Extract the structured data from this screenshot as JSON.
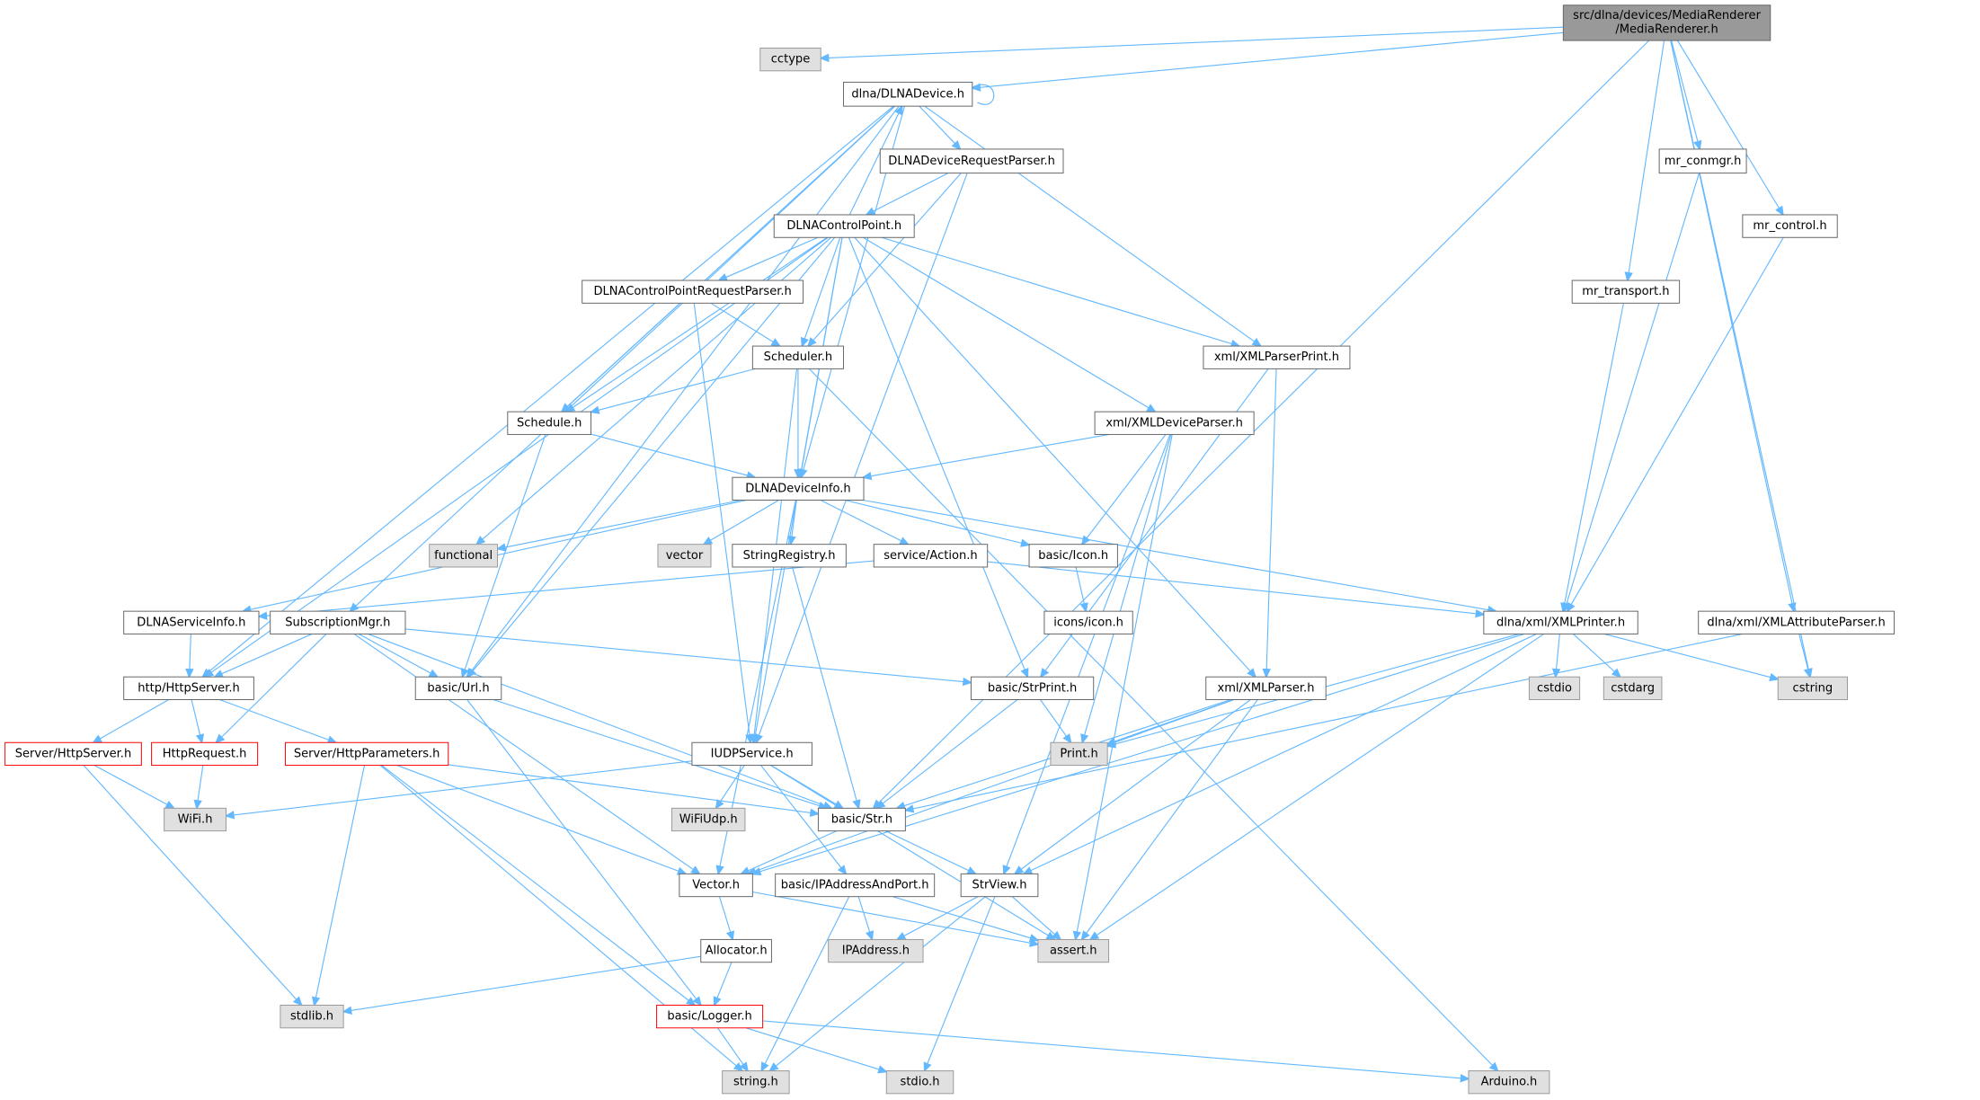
{
  "graph": {
    "title": "src/dlna/devices/MediaRenderer/MediaRenderer.h",
    "nodes": [
      {
        "id": "root",
        "label": "src/dlna/devices/MediaRenderer\n/MediaRenderer.h",
        "style": "root"
      },
      {
        "id": "cctype",
        "label": "cctype",
        "style": "gray"
      },
      {
        "id": "dlnadevice",
        "label": "dlna/DLNADevice.h",
        "style": "normal"
      },
      {
        "id": "devreqparser",
        "label": "DLNADeviceRequestParser.h",
        "style": "normal"
      },
      {
        "id": "controlpoint",
        "label": "DLNAControlPoint.h",
        "style": "normal"
      },
      {
        "id": "cpreqparser",
        "label": "DLNAControlPointRequestParser.h",
        "style": "normal"
      },
      {
        "id": "scheduler",
        "label": "Scheduler.h",
        "style": "normal"
      },
      {
        "id": "schedule",
        "label": "Schedule.h",
        "style": "normal"
      },
      {
        "id": "xmlparserprint",
        "label": "xml/XMLParserPrint.h",
        "style": "normal"
      },
      {
        "id": "xmldeviceparser",
        "label": "xml/XMLDeviceParser.h",
        "style": "normal"
      },
      {
        "id": "deviceinfo",
        "label": "DLNADeviceInfo.h",
        "style": "normal"
      },
      {
        "id": "functional",
        "label": "functional",
        "style": "gray"
      },
      {
        "id": "vector",
        "label": "vector",
        "style": "gray"
      },
      {
        "id": "stringregistry",
        "label": "StringRegistry.h",
        "style": "normal"
      },
      {
        "id": "action",
        "label": "service/Action.h",
        "style": "normal"
      },
      {
        "id": "icon",
        "label": "basic/Icon.h",
        "style": "normal"
      },
      {
        "id": "iconsicon",
        "label": "icons/icon.h",
        "style": "normal"
      },
      {
        "id": "serviceinfo",
        "label": "DLNAServiceInfo.h",
        "style": "normal"
      },
      {
        "id": "submgr",
        "label": "SubscriptionMgr.h",
        "style": "normal"
      },
      {
        "id": "xmlprinter",
        "label": "dlna/xml/XMLPrinter.h",
        "style": "normal"
      },
      {
        "id": "xmlattrparser",
        "label": "dlna/xml/XMLAttributeParser.h",
        "style": "normal"
      },
      {
        "id": "mrconmgr",
        "label": "mr_conmgr.h",
        "style": "normal"
      },
      {
        "id": "mrcontrol",
        "label": "mr_control.h",
        "style": "normal"
      },
      {
        "id": "mrtransport",
        "label": "mr_transport.h",
        "style": "normal"
      },
      {
        "id": "httpserver",
        "label": "http/HttpServer.h",
        "style": "normal"
      },
      {
        "id": "url",
        "label": "basic/Url.h",
        "style": "normal"
      },
      {
        "id": "strprint",
        "label": "basic/StrPrint.h",
        "style": "normal"
      },
      {
        "id": "xmlparser",
        "label": "xml/XMLParser.h",
        "style": "normal"
      },
      {
        "id": "cstdio",
        "label": "cstdio",
        "style": "gray"
      },
      {
        "id": "cstdarg",
        "label": "cstdarg",
        "style": "gray"
      },
      {
        "id": "cstring",
        "label": "cstring",
        "style": "gray"
      },
      {
        "id": "print",
        "label": "Print.h",
        "style": "gray"
      },
      {
        "id": "srvhttpserver",
        "label": "Server/HttpServer.h",
        "style": "red"
      },
      {
        "id": "httprequest",
        "label": "HttpRequest.h",
        "style": "red"
      },
      {
        "id": "httpparams",
        "label": "Server/HttpParameters.h",
        "style": "red"
      },
      {
        "id": "iudp",
        "label": "IUDPService.h",
        "style": "normal"
      },
      {
        "id": "wifi",
        "label": "WiFi.h",
        "style": "gray"
      },
      {
        "id": "wifiudp",
        "label": "WiFiUdp.h",
        "style": "gray"
      },
      {
        "id": "str",
        "label": "basic/Str.h",
        "style": "normal"
      },
      {
        "id": "vectorh",
        "label": "Vector.h",
        "style": "normal"
      },
      {
        "id": "ipaddrport",
        "label": "basic/IPAddressAndPort.h",
        "style": "normal"
      },
      {
        "id": "strview",
        "label": "StrView.h",
        "style": "normal"
      },
      {
        "id": "ipaddress",
        "label": "IPAddress.h",
        "style": "gray"
      },
      {
        "id": "assert",
        "label": "assert.h",
        "style": "gray"
      },
      {
        "id": "allocator",
        "label": "Allocator.h",
        "style": "normal"
      },
      {
        "id": "stdlib",
        "label": "stdlib.h",
        "style": "gray"
      },
      {
        "id": "logger",
        "label": "basic/Logger.h",
        "style": "red"
      },
      {
        "id": "string",
        "label": "string.h",
        "style": "gray"
      },
      {
        "id": "stdio",
        "label": "stdio.h",
        "style": "gray"
      },
      {
        "id": "arduino",
        "label": "Arduino.h",
        "style": "gray"
      }
    ],
    "edges": [
      [
        "root",
        "cctype"
      ],
      [
        "root",
        "dlnadevice"
      ],
      [
        "root",
        "mrconmgr"
      ],
      [
        "root",
        "mrcontrol"
      ],
      [
        "root",
        "mrtransport"
      ],
      [
        "root",
        "xmlattrparser"
      ],
      [
        "root",
        "cstring"
      ],
      [
        "root",
        "str"
      ],
      [
        "dlnadevice",
        "dlnadevice"
      ],
      [
        "dlnadevice",
        "devreqparser"
      ],
      [
        "dlnadevice",
        "xmlparserprint"
      ],
      [
        "dlnadevice",
        "deviceinfo"
      ],
      [
        "dlnadevice",
        "schedule"
      ],
      [
        "dlnadevice",
        "httpserver"
      ],
      [
        "dlnadevice",
        "submgr"
      ],
      [
        "dlnadevice",
        "url"
      ],
      [
        "devreqparser",
        "controlpoint"
      ],
      [
        "devreqparser",
        "scheduler"
      ],
      [
        "devreqparser",
        "iudp"
      ],
      [
        "controlpoint",
        "dlnadevice"
      ],
      [
        "controlpoint",
        "cpreqparser"
      ],
      [
        "controlpoint",
        "scheduler"
      ],
      [
        "controlpoint",
        "schedule"
      ],
      [
        "controlpoint",
        "deviceinfo"
      ],
      [
        "controlpoint",
        "xmlparserprint"
      ],
      [
        "controlpoint",
        "xmldeviceparser"
      ],
      [
        "controlpoint",
        "xmlparser"
      ],
      [
        "controlpoint",
        "strprint"
      ],
      [
        "controlpoint",
        "functional"
      ],
      [
        "controlpoint",
        "httpserver"
      ],
      [
        "controlpoint",
        "iudp"
      ],
      [
        "controlpoint",
        "url"
      ],
      [
        "cpreqparser",
        "scheduler"
      ],
      [
        "cpreqparser",
        "schedule"
      ],
      [
        "cpreqparser",
        "iudp"
      ],
      [
        "scheduler",
        "schedule"
      ],
      [
        "scheduler",
        "deviceinfo"
      ],
      [
        "scheduler",
        "iudp"
      ],
      [
        "scheduler",
        "arduino"
      ],
      [
        "schedule",
        "deviceinfo"
      ],
      [
        "schedule",
        "url"
      ],
      [
        "xmlparserprint",
        "strprint"
      ],
      [
        "xmlparserprint",
        "xmlparser"
      ],
      [
        "xmldeviceparser",
        "deviceinfo"
      ],
      [
        "xmldeviceparser",
        "icon"
      ],
      [
        "xmldeviceparser",
        "print"
      ],
      [
        "xmldeviceparser",
        "strview"
      ],
      [
        "xmldeviceparser",
        "assert"
      ],
      [
        "deviceinfo",
        "functional"
      ],
      [
        "deviceinfo",
        "vector"
      ],
      [
        "deviceinfo",
        "stringregistry"
      ],
      [
        "deviceinfo",
        "action"
      ],
      [
        "deviceinfo",
        "icon"
      ],
      [
        "deviceinfo",
        "xmlprinter"
      ],
      [
        "deviceinfo",
        "serviceinfo"
      ],
      [
        "deviceinfo",
        "vectorh"
      ],
      [
        "stringregistry",
        "str"
      ],
      [
        "action",
        "serviceinfo"
      ],
      [
        "action",
        "xmlprinter"
      ],
      [
        "icon",
        "iconsicon"
      ],
      [
        "serviceinfo",
        "httpserver"
      ],
      [
        "submgr",
        "httpserver"
      ],
      [
        "submgr",
        "url"
      ],
      [
        "submgr",
        "strprint"
      ],
      [
        "submgr",
        "httprequest"
      ],
      [
        "submgr",
        "str"
      ],
      [
        "submgr",
        "vectorh"
      ],
      [
        "xmlprinter",
        "cstdio"
      ],
      [
        "xmlprinter",
        "cstdarg"
      ],
      [
        "xmlprinter",
        "cstring"
      ],
      [
        "xmlprinter",
        "print"
      ],
      [
        "xmlprinter",
        "assert"
      ],
      [
        "xmlprinter",
        "strview"
      ],
      [
        "xmlprinter",
        "vectorh"
      ],
      [
        "xmlattrparser",
        "cstring"
      ],
      [
        "xmlattrparser",
        "str"
      ],
      [
        "mrconmgr",
        "xmlprinter"
      ],
      [
        "mrcontrol",
        "xmlprinter"
      ],
      [
        "mrtransport",
        "xmlprinter"
      ],
      [
        "httpserver",
        "srvhttpserver"
      ],
      [
        "httpserver",
        "httprequest"
      ],
      [
        "httpserver",
        "httpparams"
      ],
      [
        "url",
        "str"
      ],
      [
        "url",
        "logger"
      ],
      [
        "strprint",
        "print"
      ],
      [
        "strprint",
        "str"
      ],
      [
        "xmlparser",
        "print"
      ],
      [
        "xmlparser",
        "str"
      ],
      [
        "xmlparser",
        "strview"
      ],
      [
        "xmlparser",
        "vectorh"
      ],
      [
        "xmlparser",
        "assert"
      ],
      [
        "srvhttpserver",
        "wifi"
      ],
      [
        "srvhttpserver",
        "stdlib"
      ],
      [
        "httprequest",
        "wifi"
      ],
      [
        "httpparams",
        "str"
      ],
      [
        "httpparams",
        "vectorh"
      ],
      [
        "httpparams",
        "stdlib"
      ],
      [
        "httpparams",
        "string"
      ],
      [
        "httpparams",
        "logger"
      ],
      [
        "iudp",
        "wifi"
      ],
      [
        "iudp",
        "wifiudp"
      ],
      [
        "iudp",
        "str"
      ],
      [
        "iudp",
        "ipaddrport"
      ],
      [
        "iudp",
        "assert"
      ],
      [
        "str",
        "vectorh"
      ],
      [
        "str",
        "strview"
      ],
      [
        "vectorh",
        "allocator"
      ],
      [
        "vectorh",
        "assert"
      ],
      [
        "ipaddrport",
        "ipaddress"
      ],
      [
        "ipaddrport",
        "assert"
      ],
      [
        "ipaddrport",
        "string"
      ],
      [
        "strview",
        "ipaddress"
      ],
      [
        "strview",
        "assert"
      ],
      [
        "strview",
        "string"
      ],
      [
        "strview",
        "stdio"
      ],
      [
        "allocator",
        "stdlib"
      ],
      [
        "allocator",
        "logger"
      ],
      [
        "logger",
        "string"
      ],
      [
        "logger",
        "stdio"
      ],
      [
        "logger",
        "arduino"
      ]
    ]
  }
}
